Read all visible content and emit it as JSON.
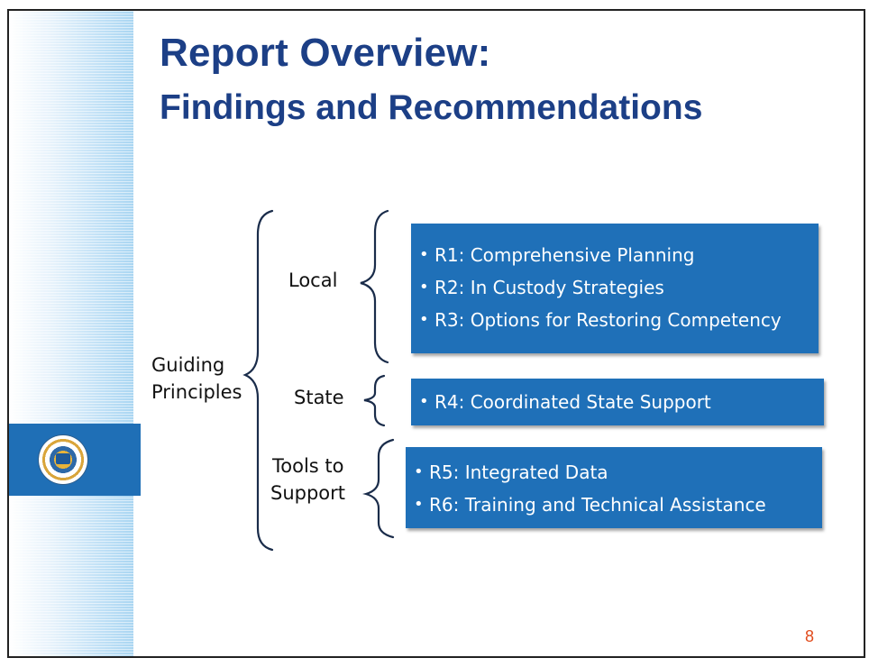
{
  "slide": {
    "title_line1": "Report Overview:",
    "title_line2": "Findings and Recommendations",
    "page_number": "8",
    "box_color": "#1f70b8",
    "title_color": "#1c3f86"
  },
  "diagram": {
    "root_label_line1": "Guiding",
    "root_label_line2": "Principles",
    "groups": [
      {
        "label_line1": "Local",
        "items": [
          "R1: Comprehensive Planning",
          "R2: In Custody Strategies",
          "R3: Options for Restoring Competency"
        ]
      },
      {
        "label_line1": "State",
        "items": [
          "R4: Coordinated State Support"
        ]
      },
      {
        "label_line1": "Tools to",
        "label_line2": "Support",
        "items": [
          "R5: Integrated Data",
          "R6: Training and Technical Assistance"
        ]
      }
    ]
  },
  "logo": {
    "icon": "state-seal-icon"
  }
}
